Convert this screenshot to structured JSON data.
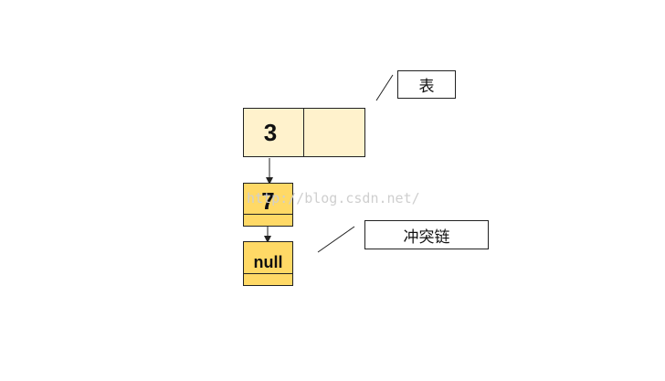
{
  "labels": {
    "table": "表",
    "chain": "冲突链"
  },
  "table": {
    "slot_value": "3"
  },
  "chain": {
    "nodes": [
      {
        "value": "7"
      },
      {
        "value": "null"
      }
    ]
  },
  "watermark": "http://blog.csdn.net/",
  "colors": {
    "table_fill": "#fff2cc",
    "node_fill": "#ffd966",
    "stroke": "#222222"
  }
}
